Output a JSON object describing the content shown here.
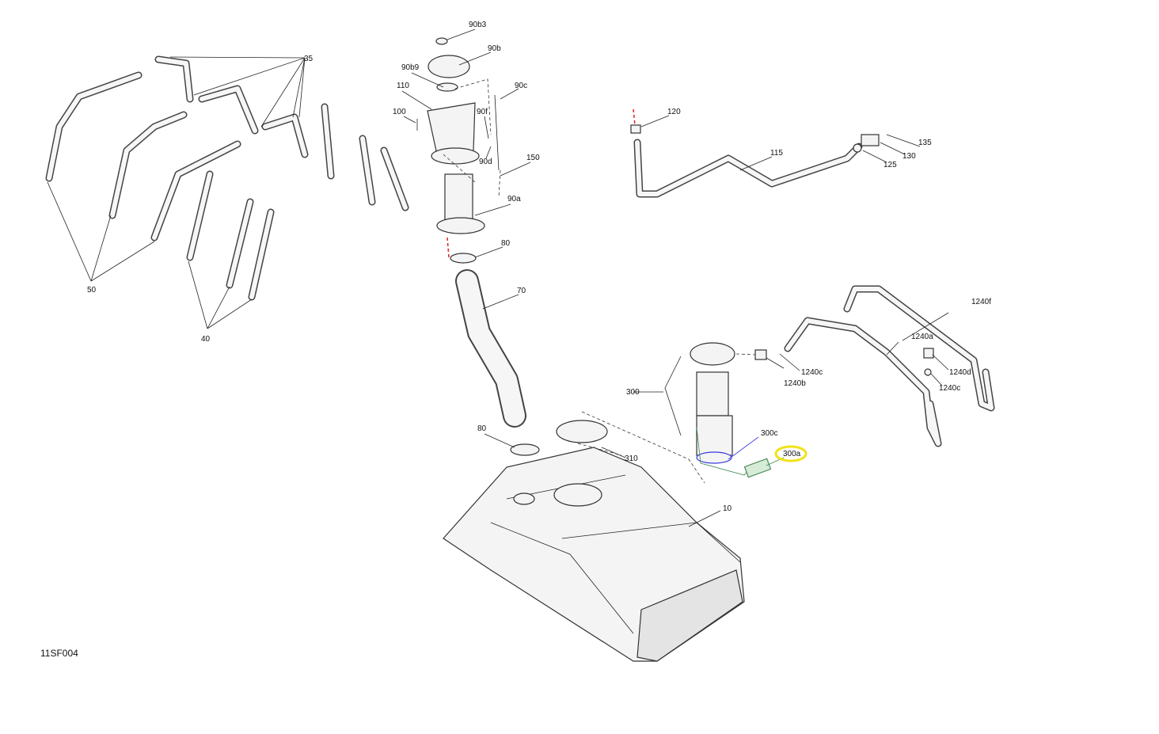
{
  "diagram_id": "11SF004",
  "highlight_color": "#f2e21a",
  "labels": {
    "p90b3": "90b3",
    "p90b": "90b",
    "p90b9": "90b9",
    "p90c": "90c",
    "p110": "110",
    "p100": "100",
    "p90f": "90f",
    "p90d": "90d",
    "p150": "150",
    "p90a": "90a",
    "p80a": "80",
    "p70": "70",
    "p35": "35",
    "p50": "50",
    "p40": "40",
    "p120": "120",
    "p115": "115",
    "p135": "135",
    "p130": "130",
    "p125": "125",
    "p1240f": "1240f",
    "p1240a": "1240a",
    "p1240c_a": "1240c",
    "p1240d": "1240d",
    "p1240b": "1240b",
    "p1240c_b": "1240c",
    "p300": "300",
    "p80b": "80",
    "p300c": "300c",
    "p300a": "300a",
    "p310": "310",
    "p10": "10"
  }
}
